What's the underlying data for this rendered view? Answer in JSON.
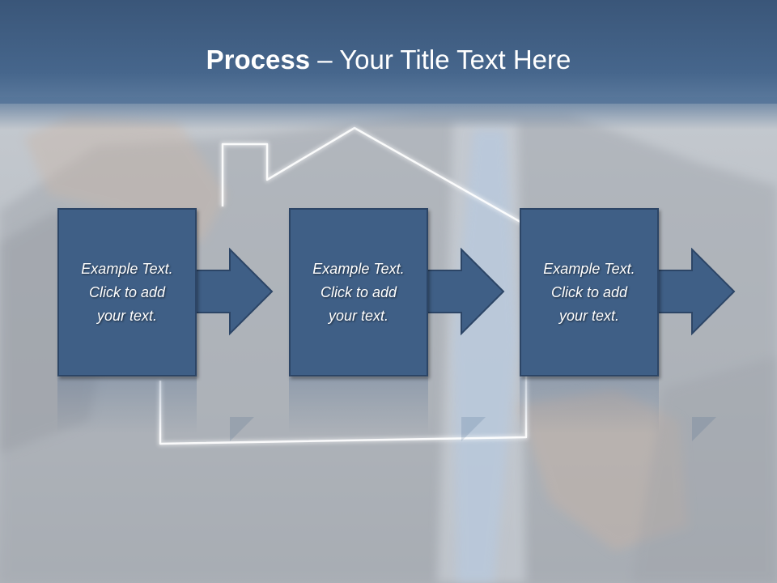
{
  "slide": {
    "title_bold": "Process",
    "title_rest": " – Your Title Text Here"
  },
  "steps": [
    {
      "line1": "Example Text.",
      "line2": "Click  to add",
      "line3": "your text."
    },
    {
      "line1": "Example Text.",
      "line2": "Click  to add",
      "line3": "your text."
    },
    {
      "line1": "Example Text.",
      "line2": "Click  to add",
      "line3": "your text."
    }
  ],
  "colors": {
    "title_band": "#46668c",
    "box_fill": "#3f5f86",
    "box_border": "#2c4566",
    "text": "#ffffff"
  },
  "icons": [
    "house-outline-icon",
    "arrow-right-icon"
  ]
}
